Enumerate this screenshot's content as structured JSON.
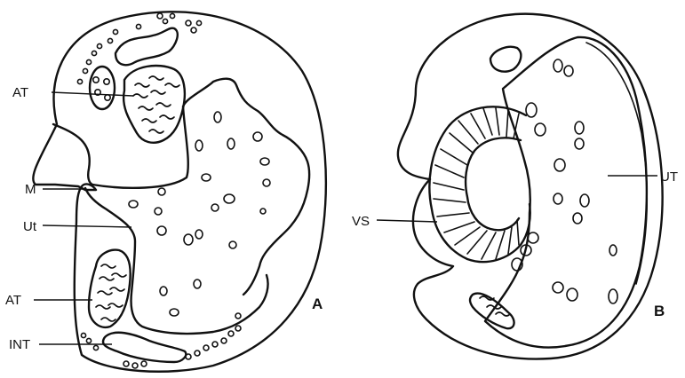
{
  "figure": {
    "panel_a": {
      "panel_label": "A",
      "labels": {
        "at_upper": "AT",
        "m": "M",
        "ut": "Ut",
        "at_lower": "AT",
        "int": "INT"
      }
    },
    "panel_b": {
      "panel_label": "B",
      "labels": {
        "vs": "VS",
        "ut": "UT"
      }
    }
  },
  "colors": {
    "ink": "#111111",
    "background": "#ffffff"
  }
}
